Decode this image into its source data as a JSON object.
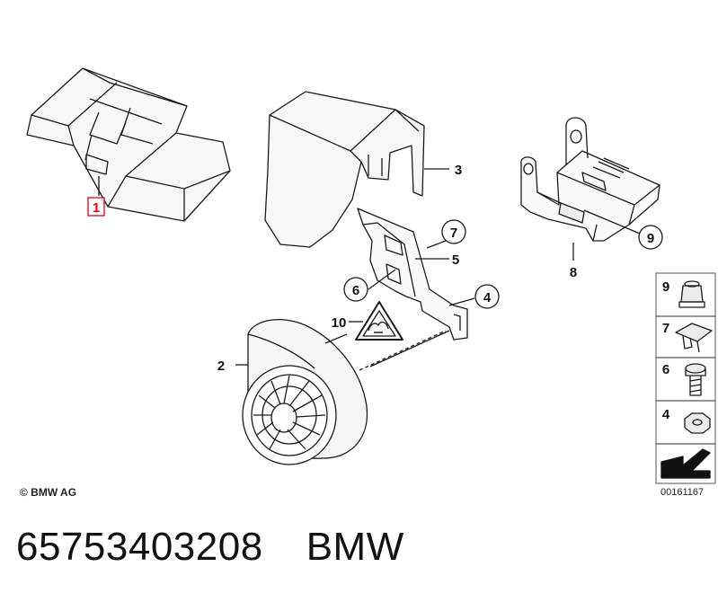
{
  "callouts": {
    "c1": "1",
    "c2": "2",
    "c3": "3",
    "c4": "4",
    "c5": "5",
    "c6": "6",
    "c7": "7",
    "c8": "8",
    "c9": "9",
    "c10": "10"
  },
  "legend": [
    "9",
    "7",
    "6",
    "4"
  ],
  "copyright": "© BMW AG",
  "diagram_ref": "00161167",
  "part_number": "65753403208",
  "brand": "BMW",
  "colors": {
    "highlight": "#d9001b",
    "line": "#1a1a1a"
  }
}
